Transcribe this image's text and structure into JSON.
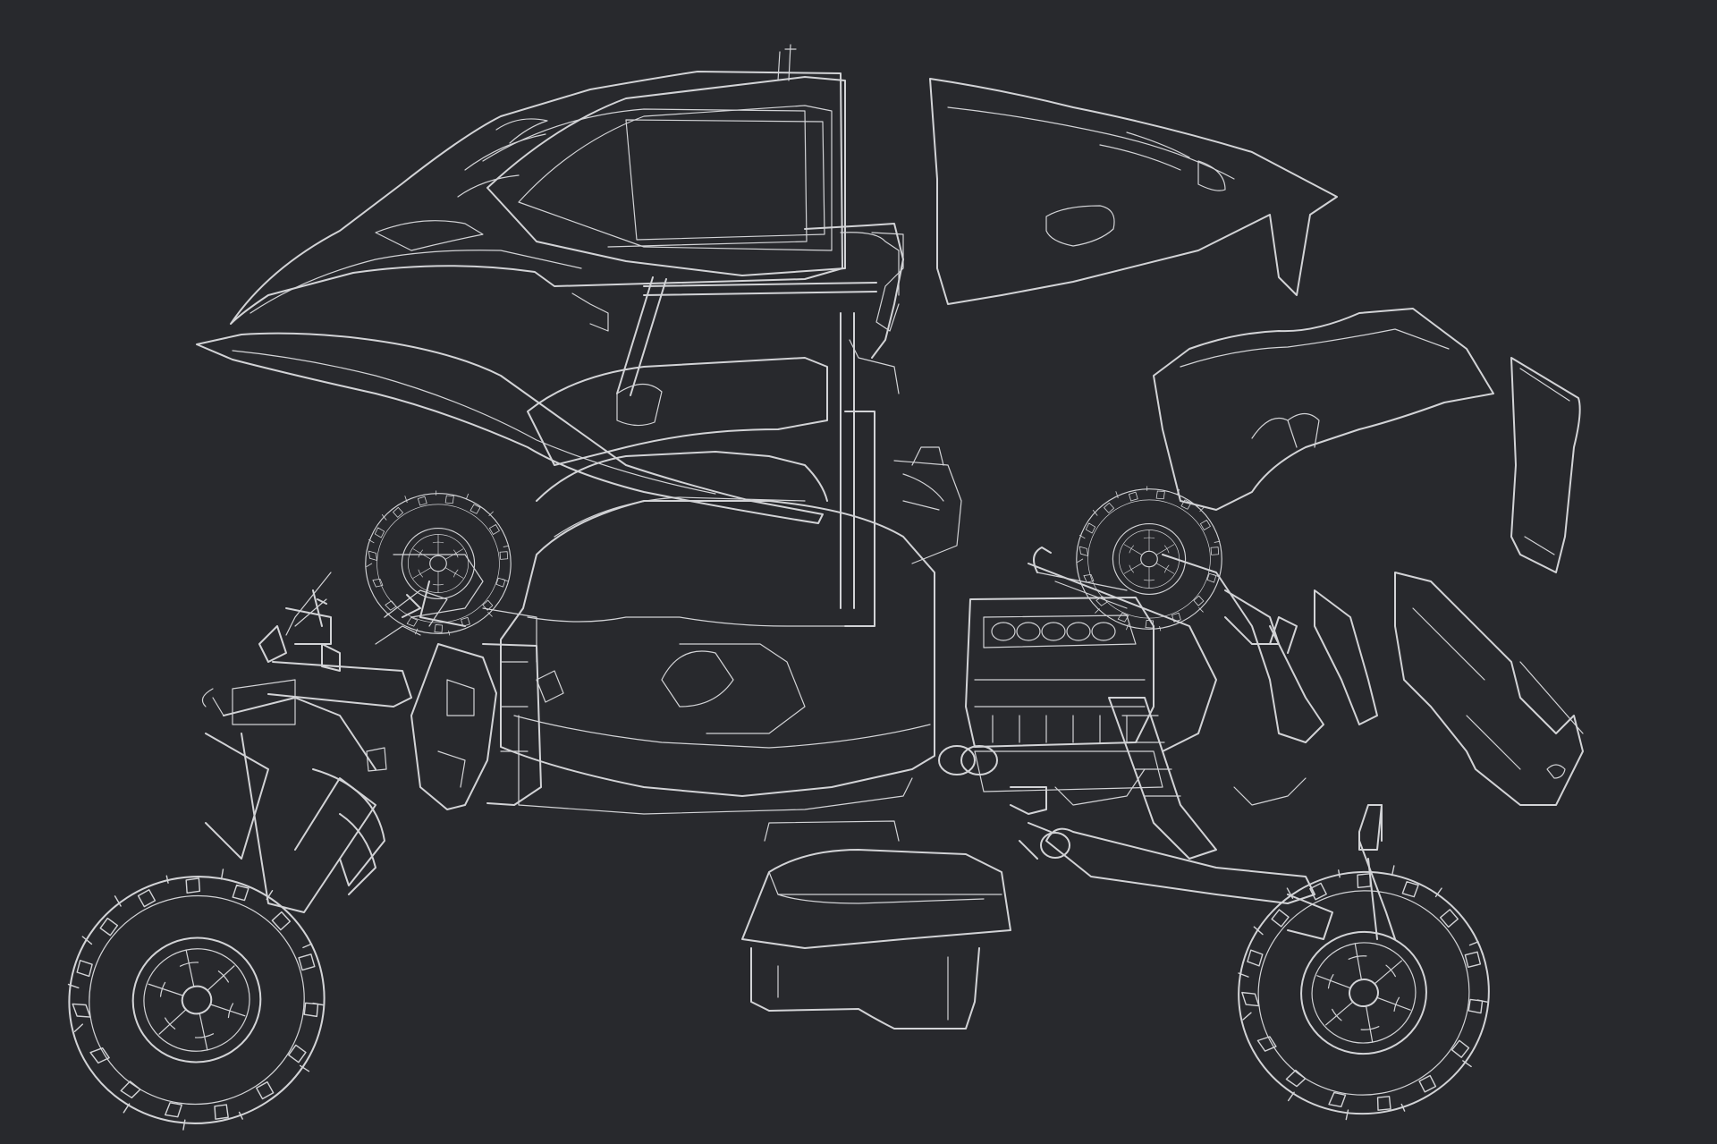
{
  "colors": {
    "background": "#28292d",
    "line": "#d2d3d6"
  },
  "parts": [
    "front-hood-panel",
    "windshield-canopy",
    "rear-engine-cover",
    "rear-fender-panel",
    "rear-side-panel",
    "rear-bumper-bracket",
    "rollcage-frame",
    "front-fender-panel",
    "cockpit-tub",
    "front-left-wheel",
    "rear-upper-wheel",
    "engine-block",
    "front-suspension-assembly",
    "rear-suspension-assembly",
    "seat-base",
    "front-right-wheel",
    "rear-lower-wheel"
  ]
}
